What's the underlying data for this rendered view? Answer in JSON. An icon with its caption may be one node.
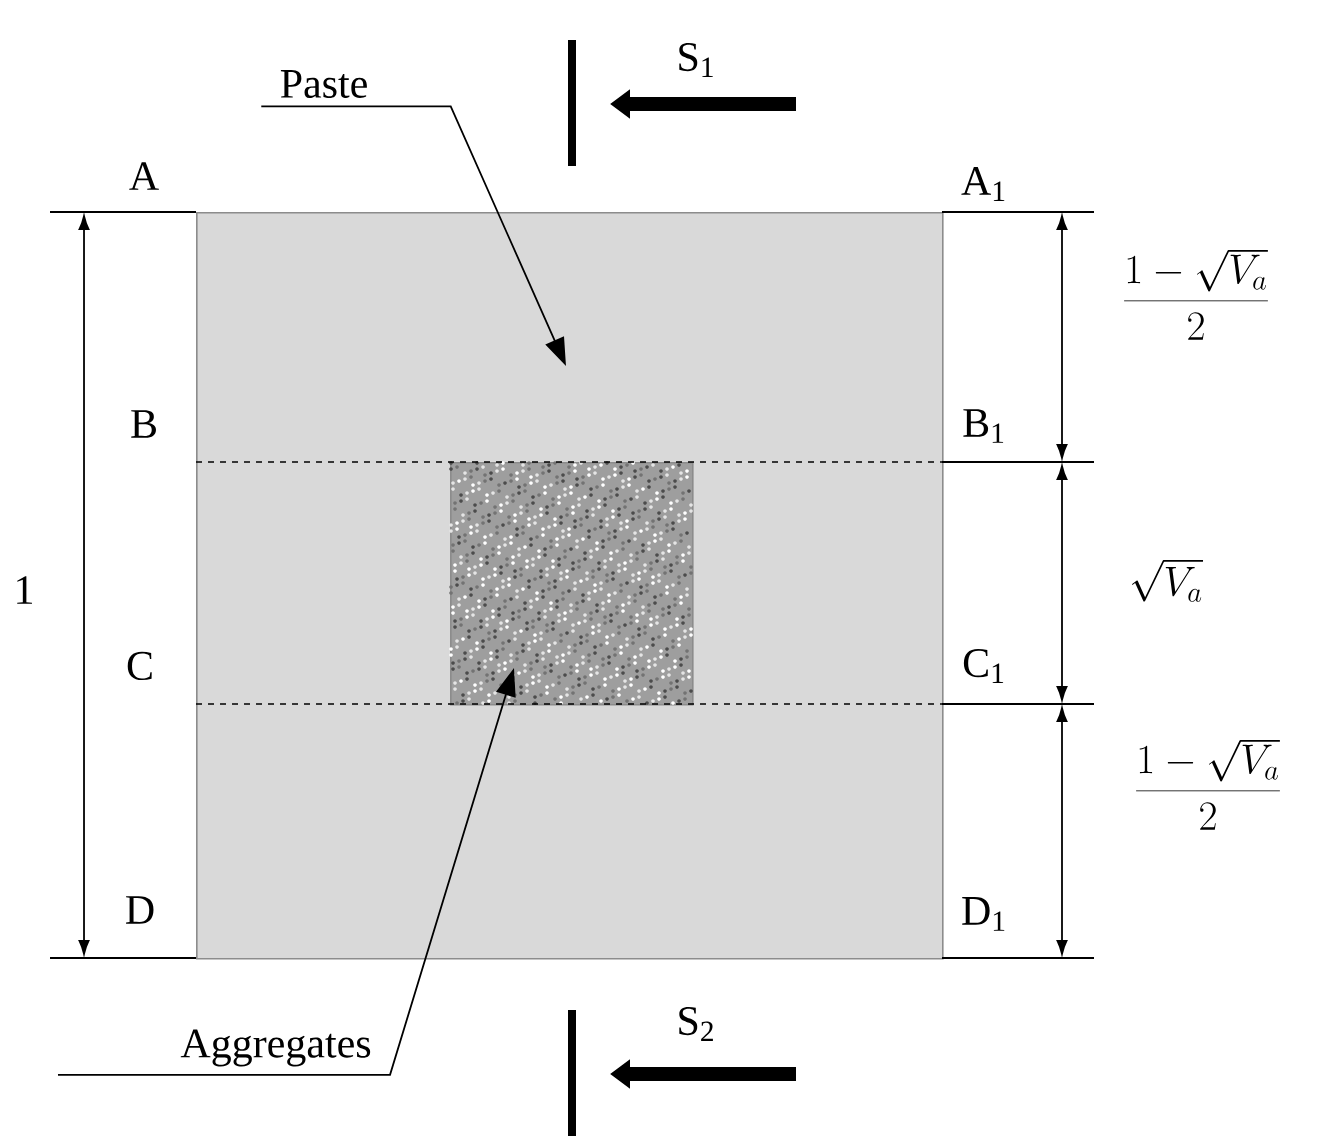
{
  "diagram": {
    "nodes": [
      {
        "text": [
          "Paste"
        ]
      },
      {
        "text": [],
        "shape": "box"
      },
      {
        "text": [
          "Aggregates"
        ]
      },
      {
        "text": [],
        "shape": "box",
        "in": 1
      }
    ],
    "edges": [
      {
        "from": 0,
        "to": 1,
        "arrow": "to"
      },
      {
        "from": 2,
        "to": 3,
        "arrow": "to"
      }
    ],
    "labels": [
      "S$_{1}$",
      "A",
      "A$_{1}$",
      "\\frac{1-\\sqrt{V_a}}{2}",
      "B",
      "B$_{1}$",
      "1",
      "\\sqrt{V_a}",
      "C",
      "C$_{1}$",
      "\\frac{1-\\sqrt{V_a}}{2}",
      "D",
      "D$_{1}$",
      "S$_{2}$"
    ]
  }
}
